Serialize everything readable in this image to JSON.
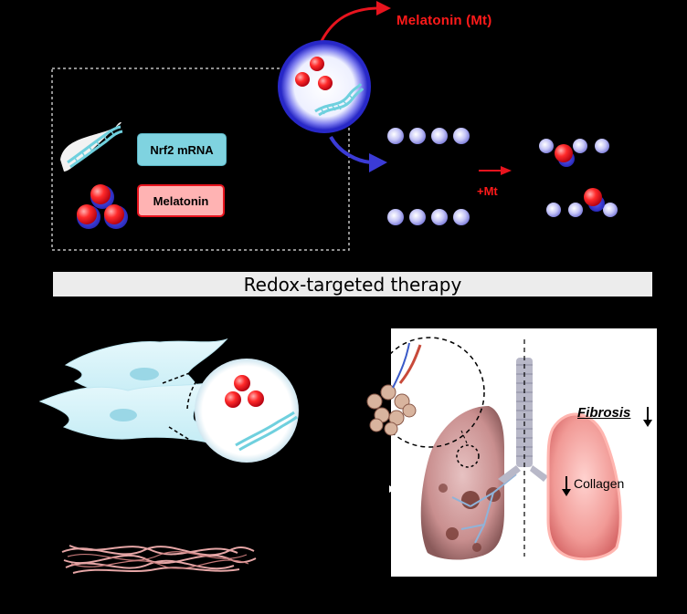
{
  "labels": {
    "melatonin_mt": "Melatonin (Mt)",
    "nrf2_mrna": "Nrf2 mRNA",
    "melatonin": "Melatonin",
    "plus_mt": "+Mt",
    "banner": "Redox-targeted therapy",
    "fibrosis": "Fibrosis",
    "collagen": "Collagen"
  },
  "colors": {
    "background": "#000000",
    "melatonin_red": "#e8141e",
    "sphere_blue": "#3b3bd6",
    "bead_lavender": "#b9b9f2",
    "rna_cyan": "#6fd0de",
    "lung_pink": "#f0a0a0"
  }
}
